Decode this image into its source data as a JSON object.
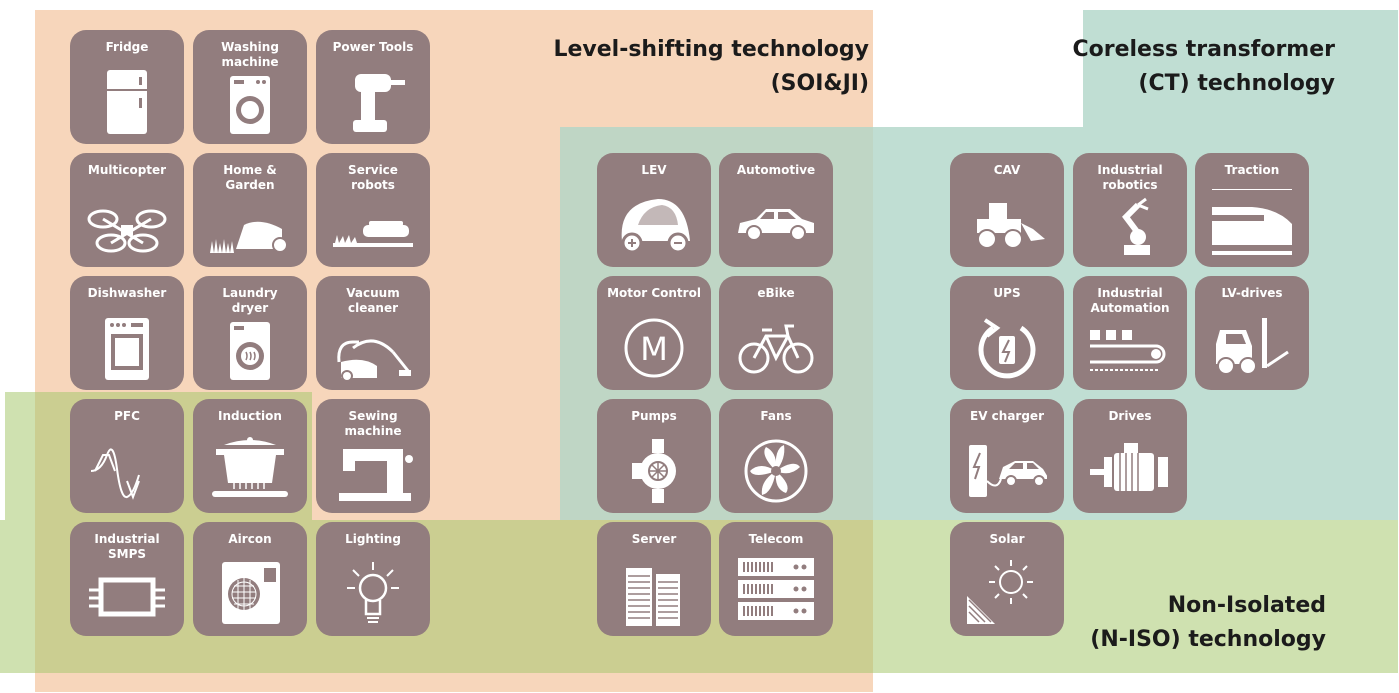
{
  "regions": {
    "level_shifting": {
      "line1": "Level-shifting technology",
      "line2": "(SOI&JI)",
      "color": "#f6d0b2"
    },
    "coreless": {
      "line1": "Coreless transformer",
      "line2": "(CT) technology",
      "color": "#b0d6c8"
    },
    "non_isolated": {
      "line1": "Non-Isolated",
      "line2": "(N-ISO) technology",
      "color": "#a8c970"
    }
  },
  "tile_color": "#927d7e",
  "tiles": {
    "fridge": {
      "label": "Fridge",
      "icon": "fridge-icon"
    },
    "washing_machine": {
      "label": "Washing\nmachine",
      "icon": "washing-machine-icon"
    },
    "power_tools": {
      "label": "Power Tools",
      "icon": "drill-icon"
    },
    "multicopter": {
      "label": "Multicopter",
      "icon": "drone-icon"
    },
    "home_garden": {
      "label": "Home &\nGarden",
      "icon": "robot-mower-icon"
    },
    "service_robots": {
      "label": "Service\nrobots",
      "icon": "robot-vacuum-icon"
    },
    "dishwasher": {
      "label": "Dishwasher",
      "icon": "dishwasher-icon"
    },
    "laundry_dryer": {
      "label": "Laundry\ndryer",
      "icon": "dryer-icon"
    },
    "vacuum_cleaner": {
      "label": "Vacuum\ncleaner",
      "icon": "vacuum-cleaner-icon"
    },
    "pfc": {
      "label": "PFC",
      "icon": "sine-wave-icon"
    },
    "induction": {
      "label": "Induction",
      "icon": "cooking-pot-icon"
    },
    "sewing_machine": {
      "label": "Sewing\nmachine",
      "icon": "sewing-machine-icon"
    },
    "industrial_smps": {
      "label": "Industrial\nSMPS",
      "icon": "power-module-icon"
    },
    "aircon": {
      "label": "Aircon",
      "icon": "air-conditioner-icon"
    },
    "lighting": {
      "label": "Lighting",
      "icon": "light-bulb-icon"
    },
    "lev": {
      "label": "LEV",
      "icon": "electric-microcar-icon"
    },
    "automotive": {
      "label": "Automotive",
      "icon": "car-icon"
    },
    "motor_control": {
      "label": "Motor Control",
      "icon": "motor-m-icon"
    },
    "ebike": {
      "label": "eBike",
      "icon": "bicycle-icon"
    },
    "pumps": {
      "label": "Pumps",
      "icon": "pump-icon"
    },
    "fans": {
      "label": "Fans",
      "icon": "fan-icon"
    },
    "server": {
      "label": "Server",
      "icon": "server-rack-icon"
    },
    "telecom": {
      "label": "Telecom",
      "icon": "telecom-rack-icon"
    },
    "cav": {
      "label": "CAV",
      "icon": "wheel-loader-icon"
    },
    "industrial_robotics": {
      "label": "Industrial\nrobotics",
      "icon": "robot-arm-icon"
    },
    "traction": {
      "label": "Traction",
      "icon": "train-icon"
    },
    "ups": {
      "label": "UPS",
      "icon": "battery-cycle-icon"
    },
    "industrial_automation": {
      "label": "Industrial\nAutomation",
      "icon": "conveyor-icon"
    },
    "lv_drives": {
      "label": "LV-drives",
      "icon": "forklift-icon"
    },
    "ev_charger": {
      "label": "EV charger",
      "icon": "ev-charger-icon"
    },
    "drives": {
      "label": "Drives",
      "icon": "electric-motor-icon"
    },
    "solar": {
      "label": "Solar",
      "icon": "solar-panel-icon"
    }
  }
}
